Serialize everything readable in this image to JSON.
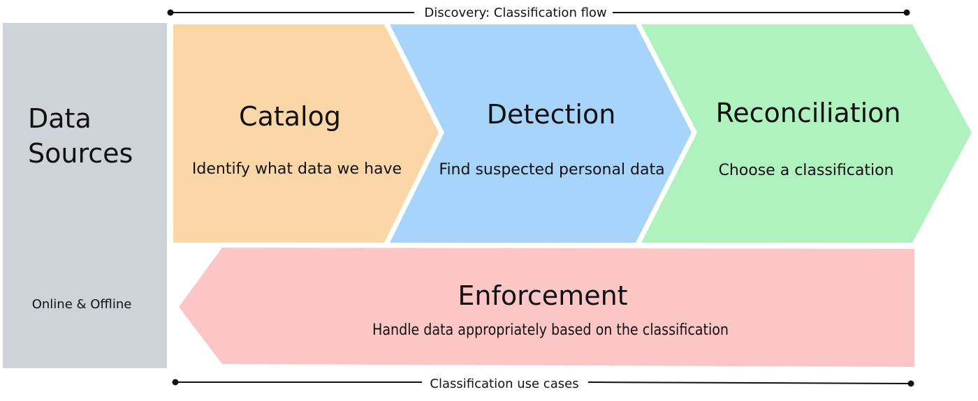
{
  "header": {
    "label": "Discovery: Classification flow"
  },
  "footer": {
    "label": "Classification use cases"
  },
  "sources": {
    "title_line1": "Data",
    "title_line2": "Sources",
    "subtitle": "Online & Offline",
    "color": "#ced3d9"
  },
  "stages": {
    "catalog": {
      "title": "Catalog",
      "subtitle": "Identify what data we have",
      "color": "#fbd6a6"
    },
    "detection": {
      "title": "Detection",
      "subtitle": "Find suspected personal data",
      "color": "#a6d4fb"
    },
    "reconciliation": {
      "title": "Reconciliation",
      "subtitle": "Choose a classification",
      "color": "#b0f1c0"
    },
    "enforcement": {
      "title": "Enforcement",
      "subtitle": "Handle data appropriately based on the classification",
      "color": "#fcc6c6"
    }
  }
}
